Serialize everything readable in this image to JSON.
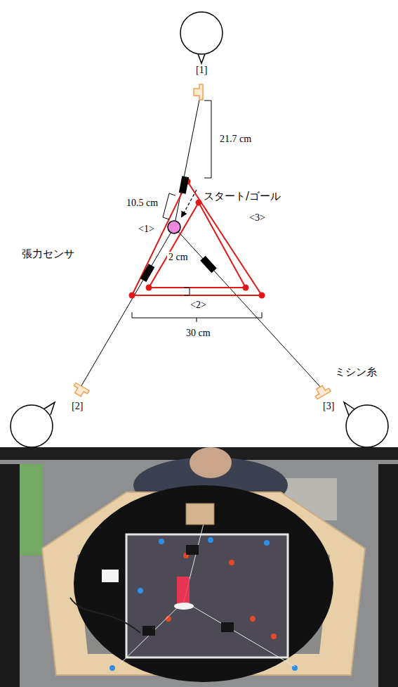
{
  "diagram": {
    "labels": [
      "[1]",
      "21.7 cm",
      "10.5 cm",
      "スタート/ゴール",
      "<1>",
      "<3>",
      "張力センサ",
      "2 cm",
      "<2>",
      "30 cm",
      "ミシン糸",
      "[2]",
      "[3]"
    ]
  }
}
